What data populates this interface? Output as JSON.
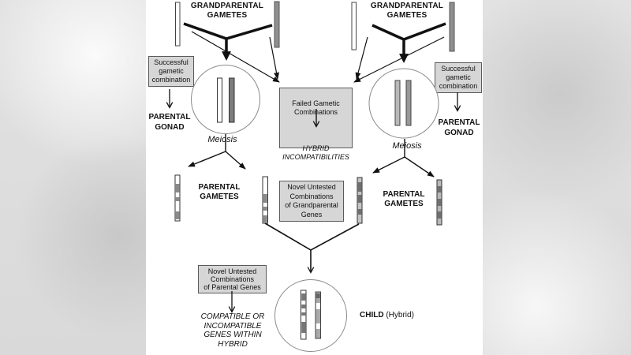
{
  "left_family": {
    "title": "GRANDPARENTAL\nGAMETES",
    "successful_label": "Successful\ngametic\ncombination",
    "gonad_label": "PARENTAL\nGONAD",
    "meiosis_label": "Meiosis",
    "gametes_label": "PARENTAL\nGAMETES"
  },
  "right_family": {
    "title": "GRANDPARENTAL\nGAMETES",
    "successful_label": "Successful\ngametic\ncombination",
    "gonad_label": "PARENTAL\nGONAD",
    "meiosis_label": "Meiosis",
    "gametes_label": "PARENTAL\nGAMETES"
  },
  "center": {
    "failed_title": "Failed Gametic\nCombinations",
    "failed_result": "HYBRID\nINCOMPATIBILITIES",
    "novel_grandparental_label": "Novel Untested\nCombinations\nof Grandparental\nGenes",
    "novel_parental_label": "Novel Untested\nCombinations\nof Parental Genes",
    "compatible_result": "COMPATIBLE OR\nINCOMPATIBLE\nGENES WITHIN\nHYBRID",
    "child_label": "CHILD",
    "child_qualifier": "(Hybrid)"
  },
  "colors": {
    "panel": "#ffffff",
    "backdrop": "#dedede",
    "box_fill": "#d6d6d6",
    "box_border": "#5a5a5a",
    "line": "#111111",
    "circle_stroke": "#8a8a8a",
    "chromosome_gray": "#8f8f8f",
    "chromosome_dark": "#6f6f6f"
  }
}
